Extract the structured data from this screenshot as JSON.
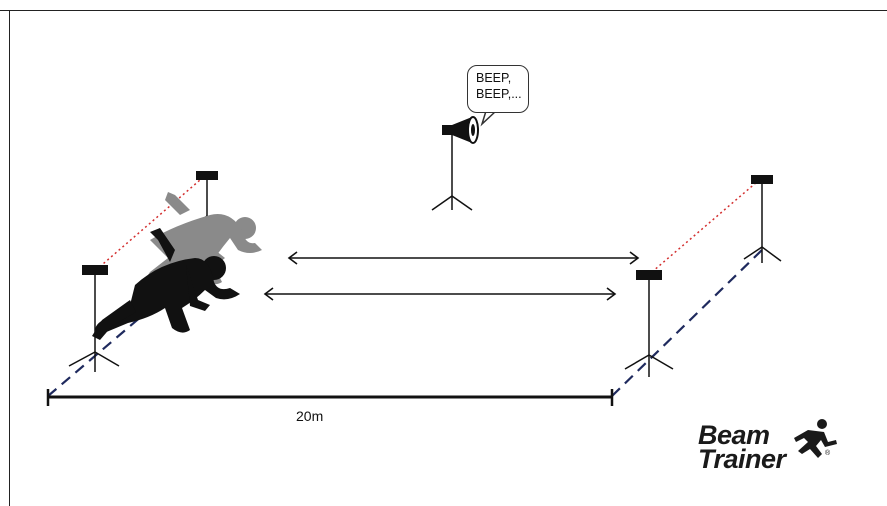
{
  "speaker_bubble": {
    "line1": "BEEP,",
    "line2": "BEEP,..."
  },
  "distance_label": "20m",
  "logo": {
    "word1": "Beam",
    "word2": "Trainer",
    "registered_mark": "®"
  },
  "colors": {
    "beam_dotted": "#d32f2f",
    "start_finish_dashed": "#1f2a5e",
    "figure_front": "#111111",
    "figure_back": "#8a8a8a"
  },
  "icons": [
    "speaker-icon",
    "timing-gate-icon",
    "sprinter-figure",
    "runner-logo-icon"
  ]
}
